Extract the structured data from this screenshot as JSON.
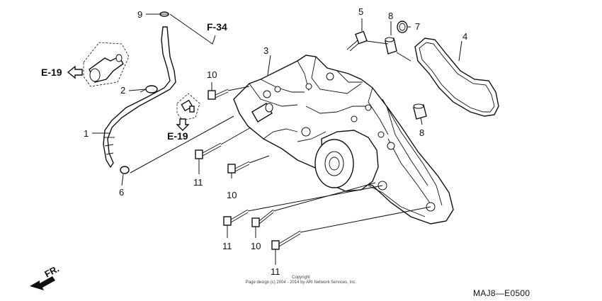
{
  "callouts": {
    "c1": "1",
    "c2": "2",
    "c3": "3",
    "c4": "4",
    "c5": "5",
    "c6": "6",
    "c7": "7",
    "c8a": "8",
    "c8b": "8",
    "c9": "9",
    "c10a": "10",
    "c10b": "10",
    "c10c": "10",
    "c11a": "11",
    "c11b": "11",
    "c11c": "11"
  },
  "refs": {
    "e19_top": "E-19",
    "e19_bottom": "E-19",
    "f34": "F-34"
  },
  "direction_label": "FR.",
  "copyright": {
    "line1": "Copyright",
    "line2": "Page design (c) 2004 - 2014 by ARI Network Services, Inc."
  },
  "diagram_code": "MAJ8—E0500"
}
